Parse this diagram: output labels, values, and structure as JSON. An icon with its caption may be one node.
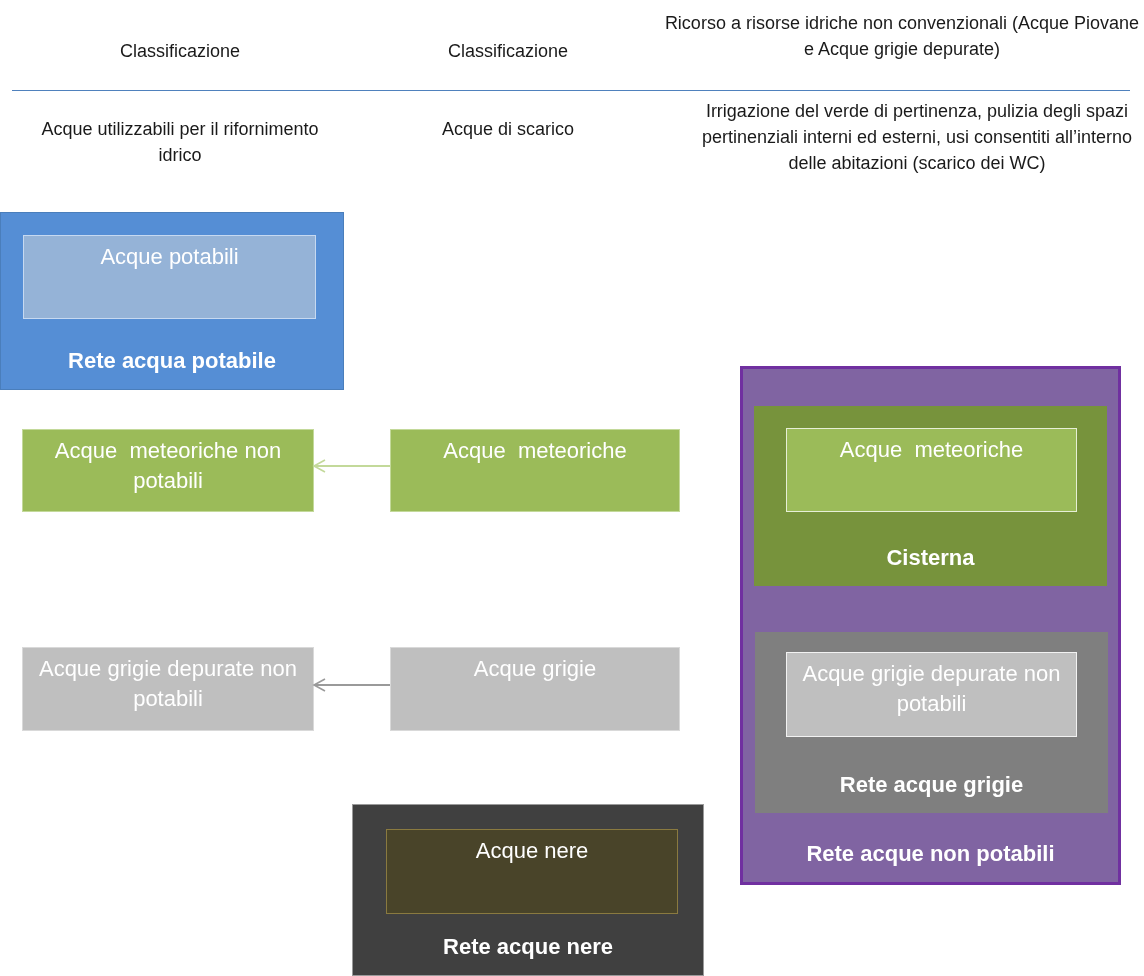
{
  "diagram": {
    "nodes": [
      {
        "text": [
          "Rete acqua potabile"
        ]
      },
      {
        "text": [
          "Acque potabili"
        ],
        "in": 0
      },
      {
        "text": [
          "Acque  meteoriche non potabili"
        ]
      },
      {
        "text": [
          "Acque  meteoriche"
        ]
      },
      {
        "text": [
          "Acque grigie depurate non potabili"
        ]
      },
      {
        "text": [
          "Acque grigie"
        ]
      },
      {
        "text": [
          "Rete acque nere"
        ]
      },
      {
        "text": [
          "Acque nere"
        ],
        "in": 6
      },
      {
        "text": [
          "Rete acque non potabili"
        ]
      },
      {
        "text": [
          "Cisterna"
        ],
        "in": 8
      },
      {
        "text": [
          "Acque  meteoriche"
        ],
        "in": 9
      },
      {
        "text": [
          "Rete acque grigie"
        ],
        "in": 8
      },
      {
        "text": [
          "Acque grigie depurate non potabili"
        ],
        "in": 11
      }
    ],
    "edges": [
      {
        "from": 3,
        "to": 2,
        "arrow": "to",
        "color": "#c3d99a"
      },
      {
        "from": 5,
        "to": 4,
        "arrow": "to",
        "color": "#9a9a9a"
      }
    ],
    "labels": [
      "Classificazione",
      "Classificazione",
      "Ricorso a risorse idriche non convenzionali (Acque Piovane e Acque grigie depurate)",
      "Acque utilizzabili per il rifornimento idrico",
      "Acque di scarico",
      "Irrigazione del verde di pertinenza, pulizia degli spazi pertinenziali interni ed esterni, usi consentiti all’interno delle abitazioni (scarico dei WC)"
    ]
  }
}
